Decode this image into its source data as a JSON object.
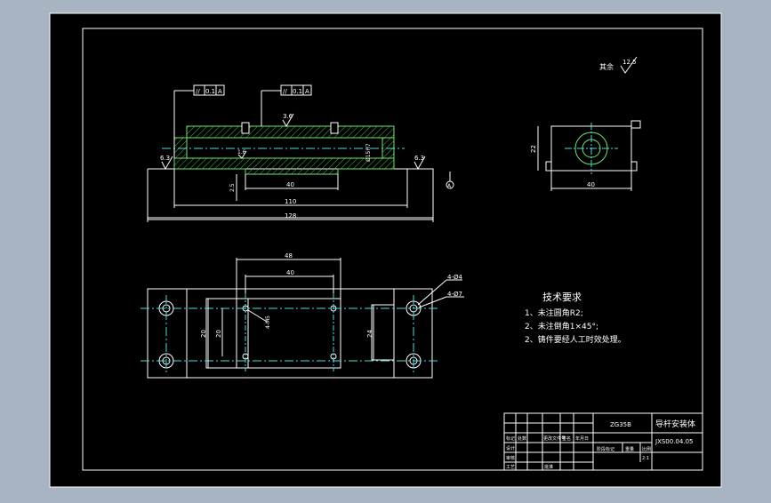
{
  "colors": {
    "background_outer": "#a9b4c3",
    "sheet": "#000000",
    "line_white": "#ffffff",
    "line_green": "#6fe36f",
    "line_cyan": "#47e0e0",
    "hatch_green": "#3fbf3f"
  },
  "front_view": {
    "tolerance_frame_1": "//",
    "tolerance_val_1": "0.1",
    "tolerance_ref_1": "A",
    "tolerance_frame_2": "//",
    "tolerance_val_2": "0.1",
    "tolerance_ref_2": "A",
    "roughness_top": "3.6",
    "roughness_left": "6.3",
    "roughness_right": "6.3",
    "roughness_inner": "1.6",
    "dim_40": "40",
    "dim_110": "110",
    "dim_128": "128",
    "dim_2_5": "2.5",
    "bore_label": "Ø15H7",
    "datum_label": "A"
  },
  "side_view": {
    "dim_22": "22",
    "dim_40": "40"
  },
  "top_view": {
    "dim_48": "48",
    "dim_40": "40",
    "dim_20_outer": "20",
    "dim_20_inner": "20",
    "dim_24": "24",
    "hole_note_1": "4-Ø4",
    "hole_note_2": "4-Ø7",
    "thread_note": "4-M5"
  },
  "roughness_rest": {
    "label": "其余",
    "value": "12.5"
  },
  "tech_req": {
    "title": "技术要求",
    "items": [
      "1、未注圆角R2;",
      "2、未注倒角1×45°;",
      "2、铸件要经人工时效处理。"
    ]
  },
  "title_block": {
    "material": "ZG35B",
    "part_name": "导杆安装体",
    "drawing_no": "JXS00.04.05",
    "stage_mark": "阶段标记",
    "weight": "重量",
    "scale": "比例",
    "scale_value": "2:1",
    "mark": "标记",
    "count": "处数",
    "division": "更改文件号",
    "signature": "签名",
    "date": "年月日",
    "design": "设计",
    "check": "审核",
    "process": "工艺",
    "approve": "批准"
  }
}
